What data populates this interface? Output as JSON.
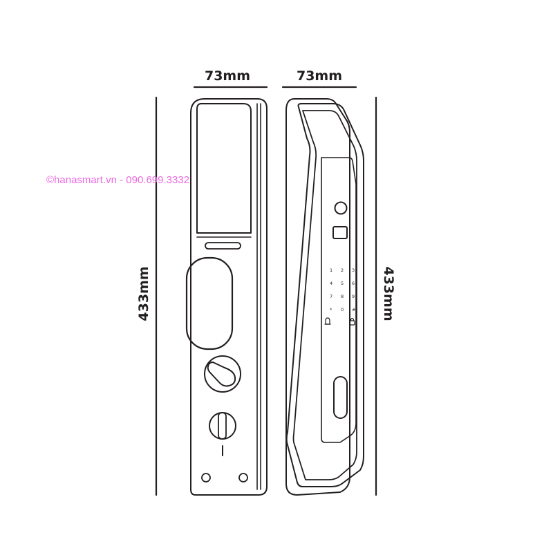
{
  "dimensions": {
    "front_width": "73mm",
    "side_width": "73mm",
    "front_height": "433mm",
    "side_height": "433mm"
  },
  "watermark": {
    "text": "©hanasmart.vn - 090.699.3332",
    "color": "#e86be0"
  },
  "keypad": {
    "keys": [
      "1",
      "2",
      "3",
      "4",
      "5",
      "6",
      "7",
      "8",
      "9",
      "*",
      "0",
      "#"
    ]
  },
  "colors": {
    "line": "#231f20",
    "background": "#ffffff"
  }
}
